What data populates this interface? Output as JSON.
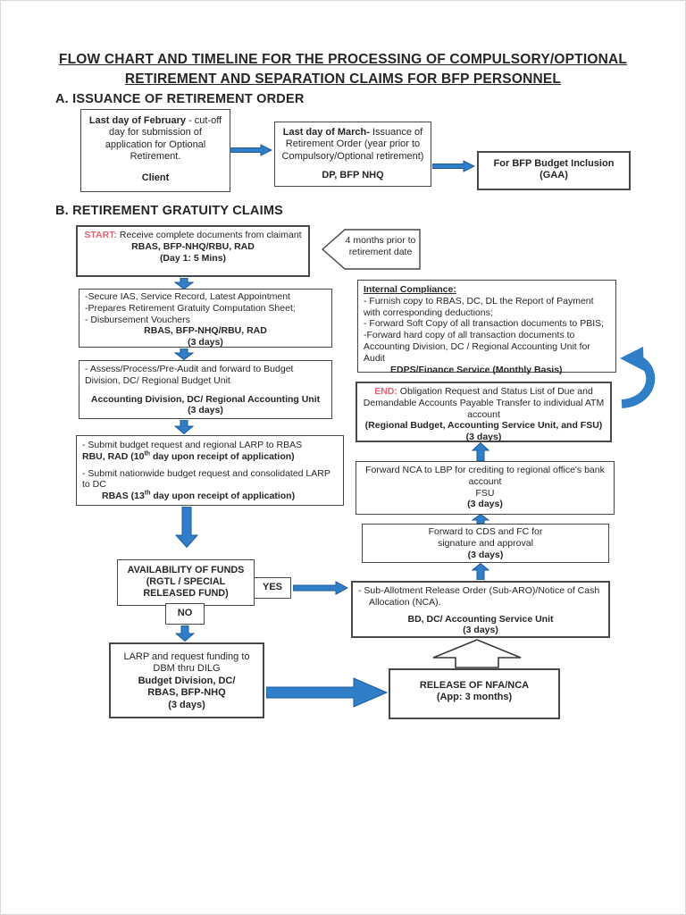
{
  "title": {
    "line1": "FLOW CHART AND TIMELINE FOR THE PROCESSING OF COMPULSORY/OPTIONAL",
    "line2": "RETIREMENT AND SEPARATION CLAIMS FOR BFP PERSONNEL"
  },
  "colors": {
    "arrow_blue": "#2f7ec7",
    "marker_red": "#e8606f"
  },
  "sections": {
    "a": {
      "heading": "A.  ISSUANCE OF RETIREMENT ORDER",
      "client_box": {
        "lead_bold": "Last day of February",
        "lead_rest": " - cut-off day for submission of application for Optional Retirement.",
        "actor": "Client"
      },
      "order_box": {
        "lead_bold": "Last day of March-",
        "lead_rest": " Issuance of Retirement Order (year prior to Compulsory/Optional retirement)",
        "actor": "DP, BFP NHQ"
      },
      "gaa_box": {
        "line1": "For BFP Budget Inclusion",
        "line2": "(GAA)"
      }
    },
    "b": {
      "heading": "B.  RETIREMENT GRATUITY CLAIMS",
      "start_box": {
        "marker": "START:",
        "text": " Receive complete documents from claimant",
        "actor": "RBAS, BFP-NHQ/RBU, RAD",
        "duration": "(Day 1: 5 Mins)"
      },
      "callout": {
        "text": "4 months prior to retirement date"
      },
      "secure_box": {
        "line1": "-Secure IAS, Service Record, Latest Appointment",
        "line2": "-Prepares Retirement Gratuity Computation Sheet;",
        "line3": "- Disbursement Vouchers",
        "actor": "RBAS, BFP-NHQ/RBU, RAD",
        "duration": "(3 days)"
      },
      "assess_box": {
        "line1": "- Assess/Process/Pre-Audit and forward to Budget Division, DC/ Regional Budget Unit",
        "actor": "Accounting Division, DC/ Regional Accounting Unit",
        "duration": "(3 days)"
      },
      "submit_box": {
        "line1": "- Submit budget request and regional LARP to RBAS",
        "bold1_pre": "RBU, RAD (10",
        "bold1_sup": "th",
        "bold1_post": "  day upon receipt of application)",
        "line2": "- Submit nationwide budget request and consolidated LARP to DC",
        "bold2_pre": "RBAS (13",
        "bold2_sup": "th",
        "bold2_post": "  day upon receipt of application)"
      },
      "funds_box": {
        "line1": "AVAILABILITY OF FUNDS",
        "line2": "(RGTL / SPECIAL",
        "line3": "RELEASED FUND)"
      },
      "yes_label": "YES",
      "no_label": "NO",
      "larp_box": {
        "line1": "LARP and request funding to",
        "line2": "DBM thru DILG",
        "actor1": "Budget Division, DC/",
        "actor2": "RBAS, BFP-NHQ",
        "duration": "(3 days)"
      },
      "release_box": {
        "line1": "RELEASE OF NFA/NCA",
        "line2": "(App: 3 months)"
      },
      "subaro_box": {
        "line1": "- Sub-Allotment Release Order (Sub-ARO)/Notice of Cash Allocation (NCA).",
        "actor": "BD, DC/ Accounting Service Unit",
        "duration": "(3 days)"
      },
      "cds_box": {
        "line1": "Forward to CDS and FC for",
        "line2": "signature and approval",
        "duration": "(3 days)"
      },
      "nca_box": {
        "line1": "Forward NCA to LBP for crediting to regional office's bank account",
        "actor": "FSU",
        "duration": "(3 days)"
      },
      "end_box": {
        "marker": "END:",
        "text": " Obligation Request and Status List of Due and Demandable Accounts Payable Transfer to individual ATM account",
        "actor": "(Regional Budget, Accounting Service Unit, and FSU)",
        "duration": "(3 days)"
      },
      "compliance_box": {
        "heading": "Internal Compliance:",
        "line1": "- Furnish copy to RBAS, DC, DL the Report of Payment with corresponding deductions;",
        "line2": "- Forward Soft Copy of all transaction documents to PBIS;",
        "line3": "-Forward hard copy of all transaction documents to Accounting Division, DC / Regional Accounting Unit for Audit",
        "actor": "EDPS/Finance Service (Monthly Basis)"
      }
    }
  }
}
